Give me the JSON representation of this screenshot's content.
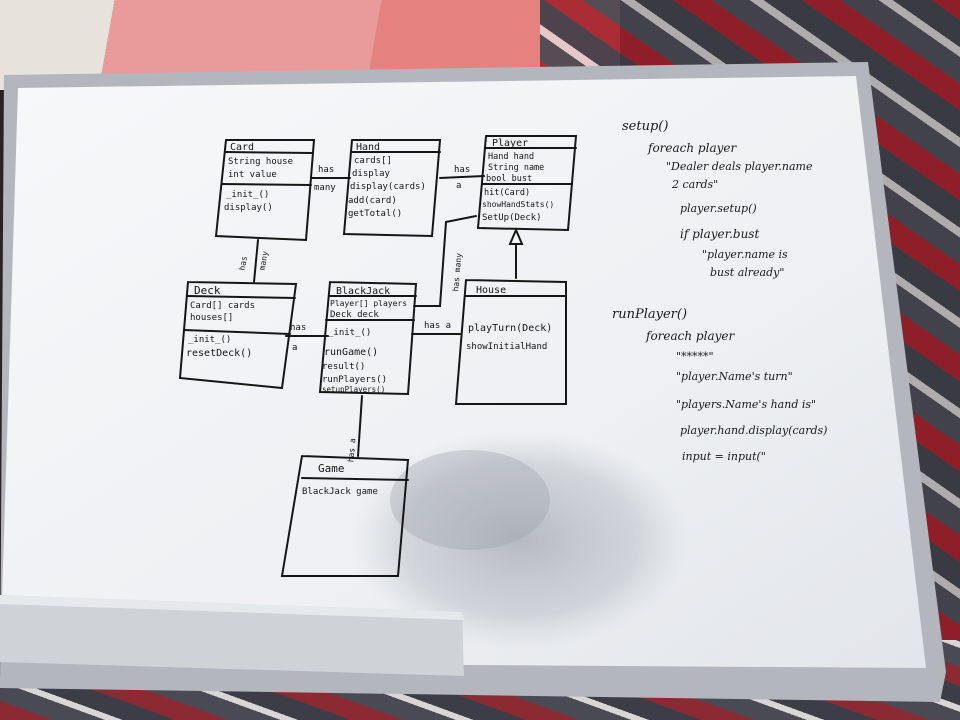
{
  "colors": {
    "board": "#f4f5f7",
    "frame": "#b8bcc2",
    "ink": "#161616"
  },
  "classes": {
    "card": {
      "name": "Card",
      "attributes": [
        "String house",
        "int value"
      ],
      "methods": [
        "_init_()",
        "display()"
      ]
    },
    "hand": {
      "name": "Hand",
      "attributes": [
        "cards[]",
        "display",
        "display(cards)",
        "add(card)",
        "getTotal()"
      ],
      "methods": []
    },
    "player": {
      "name": "Player",
      "attributes": [
        "Hand hand",
        "String name",
        "bool bust"
      ],
      "methods": [
        "hit(Card)",
        "showHandStats()",
        "SetUp(Deck)"
      ]
    },
    "deck": {
      "name": "Deck",
      "attributes": [
        "Card[] cards",
        "houses[]"
      ],
      "methods": [
        "_init_()",
        "resetDeck()"
      ]
    },
    "blackjack": {
      "name": "BlackJack",
      "attributes": [
        "Player[] players",
        "Deck deck"
      ],
      "methods": [
        "_init_()",
        "runGame()",
        "result()",
        "runPlayers()",
        "setupPlayers()"
      ]
    },
    "house": {
      "name": "House",
      "attributes": [],
      "methods": [
        "playTurn(Deck)",
        "showInitialHand"
      ]
    },
    "game": {
      "name": "Game",
      "attributes": [
        "BlackJack game"
      ],
      "methods": []
    }
  },
  "relations": {
    "card_hand_top": "has",
    "card_hand_bottom": "many",
    "hand_player_top": "has",
    "hand_player_bottom": "a",
    "card_deck_left": "has",
    "card_deck_right": "many",
    "deck_blackjack_top": "has",
    "deck_blackjack_bottom": "a",
    "blackjack_player": "has many",
    "blackjack_house": "has a",
    "blackjack_game": "has a"
  },
  "notes": [
    "setup()",
    "foreach player",
    "\"Dealer deals player.name",
    "2 cards\"",
    "player.setup()",
    "if player.bust",
    "\"player.name is",
    "bust already\"",
    "runPlayer()",
    "foreach player",
    "\"*****\"",
    "\"player.Name's turn\"",
    "\"players.Name's hand is\"",
    "player.hand.display(cards)",
    "input = input(\""
  ]
}
